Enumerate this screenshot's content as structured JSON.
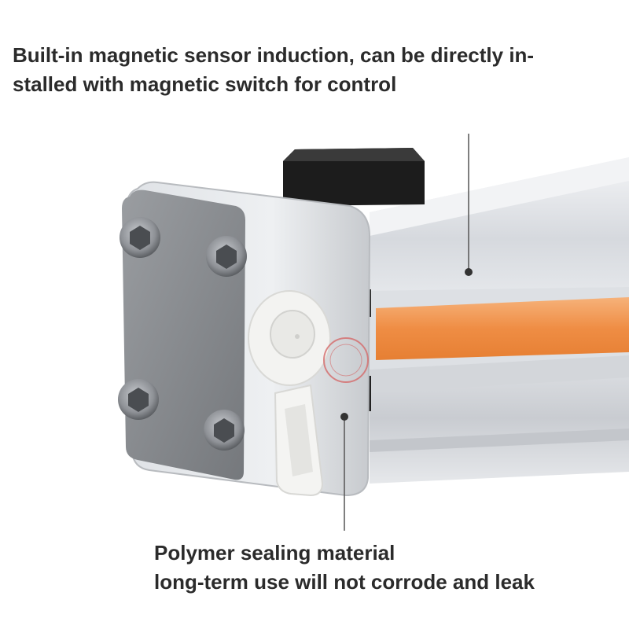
{
  "top_caption": {
    "line1": "Built-in magnetic sensor induction, can be directly in-",
    "line2": "stalled with magnetic switch for control"
  },
  "bottom_caption": {
    "line1": "Polymer sealing material",
    "line2": "long-term use will not corrode and leak"
  },
  "colors": {
    "background": "#ffffff",
    "text": "#2b2b2b",
    "aluminum": "#dfe2e6",
    "end_cap": "#8a8d91",
    "sensor_strip": "#f0924a",
    "sensor_block": "#1c1c1c"
  }
}
